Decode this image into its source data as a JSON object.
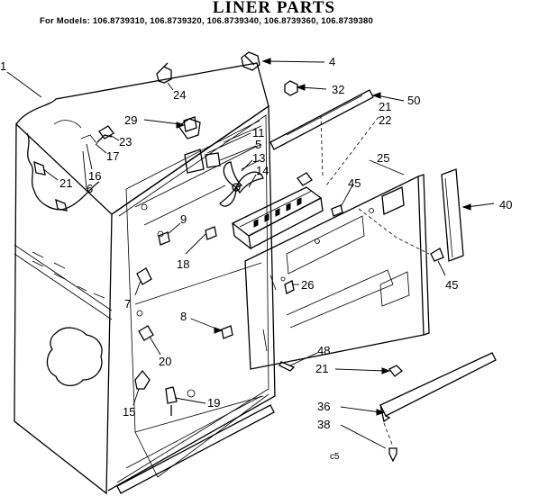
{
  "header": {
    "title": "LINER PARTS",
    "models": "For Models: 106.8739310, 106.8739320, 106.8739340, 106.8739360, 106.8739380"
  },
  "callouts": {
    "c1": "1",
    "c4": "4",
    "c32": "32",
    "c24": "24",
    "c50": "50",
    "c21a": "21",
    "c22": "22",
    "c29": "29",
    "c11": "11",
    "c5": "5",
    "c13": "13",
    "c14": "14",
    "c23": "23",
    "c17": "17",
    "c16": "16",
    "c6": "6",
    "c21b": "21",
    "c25": "25",
    "c45a": "45",
    "c40": "40",
    "c9": "9",
    "c18": "18",
    "c45b": "45",
    "c26": "26",
    "c7": "7",
    "c8": "8",
    "c48": "48",
    "c20": "20",
    "c21c": "21",
    "c15": "15",
    "c19": "19",
    "c36": "36",
    "c38": "38"
  },
  "footer_mark": "c5"
}
